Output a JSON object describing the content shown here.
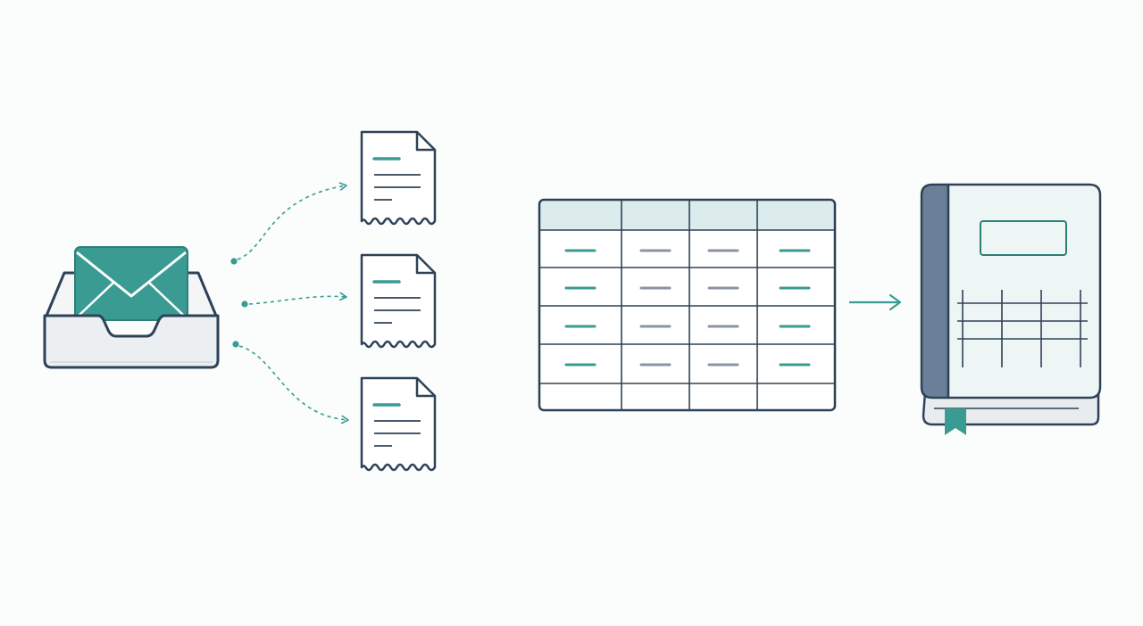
{
  "colors": {
    "background": "#fbfcfc",
    "outline": "#2e4257",
    "teal": "#3a9b93",
    "teal_dark": "#2d7f78",
    "header_fill": "#dcecec",
    "tray_fill": "#eef0f3",
    "book_cover": "#eef6f5",
    "book_spine": "#6b7f98",
    "book_pages": "#e8ecef",
    "gray_dash": "#8a94a6",
    "paper": "#ffffff"
  },
  "icons": {
    "inbox": "inbox-tray-icon",
    "envelope": "envelope-icon",
    "receipts": [
      "receipt-icon",
      "receipt-icon",
      "receipt-icon"
    ],
    "spreadsheet": "spreadsheet-icon",
    "ledger": "ledger-book-icon",
    "bookmark": "bookmark-icon"
  },
  "flow": {
    "connector_style": "dashed",
    "receipt_count": 3,
    "spreadsheet_columns": 4,
    "spreadsheet_rows": 5,
    "ledger_grid_columns": 4,
    "ledger_grid_rows": 4
  }
}
